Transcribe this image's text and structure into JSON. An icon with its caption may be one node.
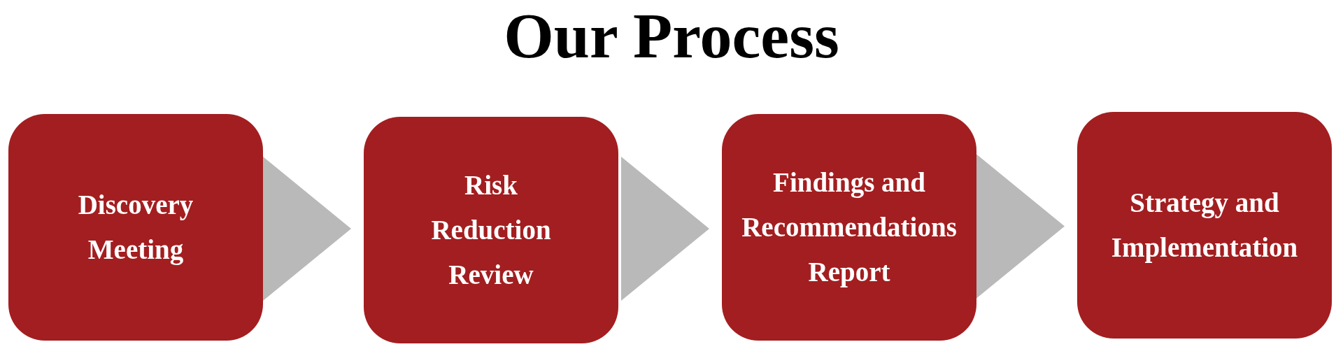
{
  "diagram": {
    "title": "Our Process",
    "nodes": [
      {
        "text": [
          "Discovery Meeting"
        ]
      },
      {
        "text": [
          "Risk Reduction Review"
        ]
      },
      {
        "text": [
          "Findings and Recommendations Report"
        ]
      },
      {
        "text": [
          "Strategy and Implementation"
        ]
      }
    ],
    "edges": [
      {
        "from": 0,
        "to": 1,
        "arrow": "to"
      },
      {
        "from": 1,
        "to": 2,
        "arrow": "to"
      },
      {
        "from": 2,
        "to": 3,
        "arrow": "to"
      }
    ]
  }
}
